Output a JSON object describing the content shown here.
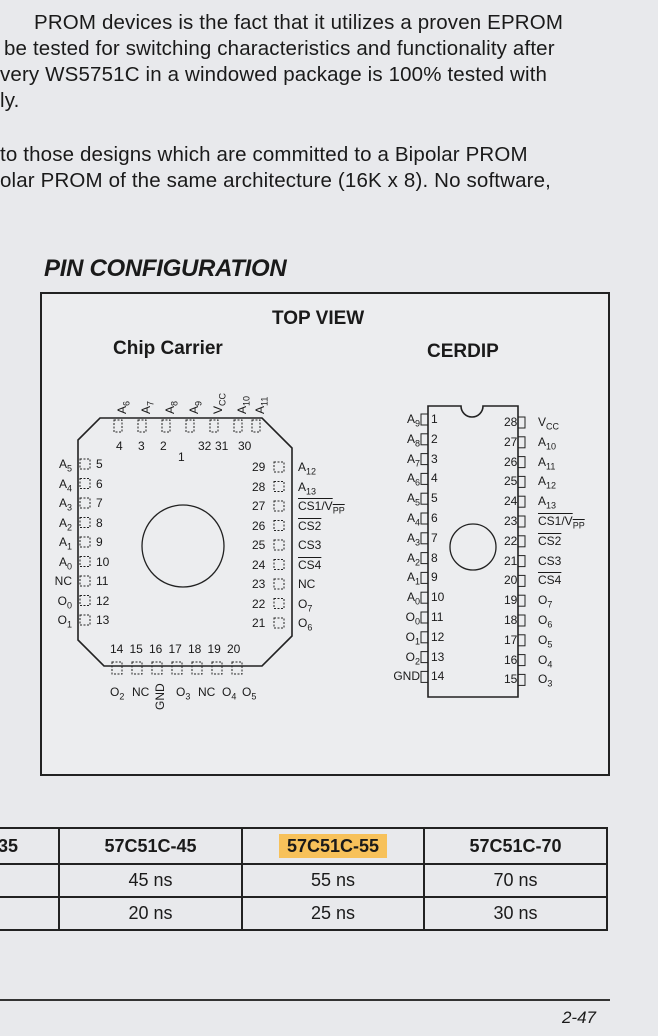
{
  "body_text": {
    "para1": [
      "PROM devices is the fact that it utilizes a proven EPROM",
      " be tested for switching characteristics and functionality after",
      "very WS5751C in a windowed package is 100% tested with",
      "ly."
    ],
    "para2": [
      "to those designs which are committed to a Bipolar PROM",
      "olar PROM of the same architecture (16K x 8). No software,"
    ]
  },
  "section_title": "PIN CONFIGURATION",
  "diagram": {
    "top_view": "TOP VIEW",
    "chip_carrier_label": "Chip Carrier",
    "cerdip_label": "CERDIP",
    "cc_top_signals": [
      "A6",
      "A7",
      "A8",
      "A9",
      "VCC",
      "A10",
      "A11"
    ],
    "cc_top_numbers": [
      "4",
      "3",
      "2",
      "1",
      "32",
      "31",
      "30"
    ],
    "cc_left": [
      {
        "sig": "A5",
        "num": "5"
      },
      {
        "sig": "A4",
        "num": "6"
      },
      {
        "sig": "A3",
        "num": "7"
      },
      {
        "sig": "A2",
        "num": "8"
      },
      {
        "sig": "A1",
        "num": "9"
      },
      {
        "sig": "A0",
        "num": "10"
      },
      {
        "sig": "NC",
        "num": "11"
      },
      {
        "sig": "O0",
        "num": "12"
      },
      {
        "sig": "O1",
        "num": "13"
      }
    ],
    "cc_right": [
      {
        "sig": "A12",
        "num": "29"
      },
      {
        "sig": "A13",
        "num": "28"
      },
      {
        "sig": "CS1/VPP",
        "num": "27"
      },
      {
        "sig": "CS2",
        "num": "26"
      },
      {
        "sig": "CS3",
        "num": "25"
      },
      {
        "sig": "CS4",
        "num": "24"
      },
      {
        "sig": "NC",
        "num": "23"
      },
      {
        "sig": "O7",
        "num": "22"
      },
      {
        "sig": "O6",
        "num": "21"
      }
    ],
    "cc_bottom_numbers": [
      "14",
      "15",
      "16",
      "17",
      "18",
      "19",
      "20"
    ],
    "cc_bottom_signals": [
      "O2",
      "NC",
      "GND",
      "O3",
      "NC",
      "O4",
      "O5"
    ],
    "dip_left": [
      {
        "sig": "A9",
        "num": "1"
      },
      {
        "sig": "A8",
        "num": "2"
      },
      {
        "sig": "A7",
        "num": "3"
      },
      {
        "sig": "A6",
        "num": "4"
      },
      {
        "sig": "A5",
        "num": "5"
      },
      {
        "sig": "A4",
        "num": "6"
      },
      {
        "sig": "A3",
        "num": "7"
      },
      {
        "sig": "A2",
        "num": "8"
      },
      {
        "sig": "A1",
        "num": "9"
      },
      {
        "sig": "A0",
        "num": "10"
      },
      {
        "sig": "O0",
        "num": "11"
      },
      {
        "sig": "O1",
        "num": "12"
      },
      {
        "sig": "O2",
        "num": "13"
      },
      {
        "sig": "GND",
        "num": "14"
      }
    ],
    "dip_right": [
      {
        "sig": "VCC",
        "num": "28"
      },
      {
        "sig": "A10",
        "num": "27"
      },
      {
        "sig": "A11",
        "num": "26"
      },
      {
        "sig": "A12",
        "num": "25"
      },
      {
        "sig": "A13",
        "num": "24"
      },
      {
        "sig": "CS1/VPP",
        "num": "23"
      },
      {
        "sig": "CS2",
        "num": "22"
      },
      {
        "sig": "CS3",
        "num": "21"
      },
      {
        "sig": "CS4",
        "num": "20"
      },
      {
        "sig": "O7",
        "num": "19"
      },
      {
        "sig": "O6",
        "num": "18"
      },
      {
        "sig": "O5",
        "num": "17"
      },
      {
        "sig": "O4",
        "num": "16"
      },
      {
        "sig": "O3",
        "num": "15"
      }
    ]
  },
  "speed_table": {
    "headers": [
      "35",
      "57C51C-45",
      "57C51C-55",
      "57C51C-70"
    ],
    "rows": [
      [
        "",
        "45 ns",
        "55 ns",
        "70 ns"
      ],
      [
        "",
        "20 ns",
        "25 ns",
        "30 ns"
      ]
    ],
    "highlight_color": "#f7c15a"
  },
  "page_number": "2-47"
}
